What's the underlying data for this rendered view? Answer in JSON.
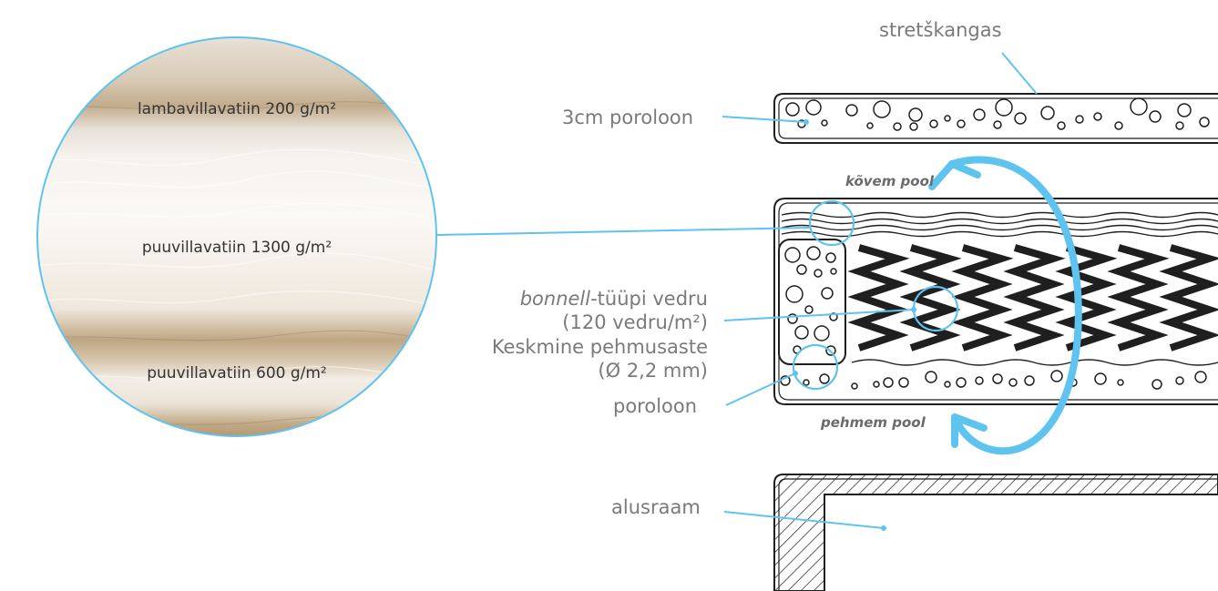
{
  "diagram": {
    "accent_color": "#5ec3ee",
    "line_color": "#1f1f1f",
    "label_color": "#7a7a7a",
    "labels": {
      "stretch_fabric": "stretškangas",
      "foam_3cm": "3cm poroloon",
      "firmer_side": "kõvem pool",
      "spring_line1_italic": "bonnell",
      "spring_line1_rest": "-tüüpi vedru",
      "spring_line2": "(120 vedru/m²)",
      "spring_line3": "Keskmine pehmusaste",
      "spring_line4": "(Ø 2,2 mm)",
      "foam": "poroloon",
      "softer_side": "pehmem pool",
      "base_frame": "alusraam"
    },
    "magnifier": {
      "layer_1": "lambavillavatiin 200 g/m²",
      "layer_2": "puuvillavatiin 1300 g/m²",
      "layer_3": "puuvillavatiin 600 g/m²"
    },
    "icons": [
      "flip-arrow-icon",
      "magnifier-icon"
    ]
  }
}
